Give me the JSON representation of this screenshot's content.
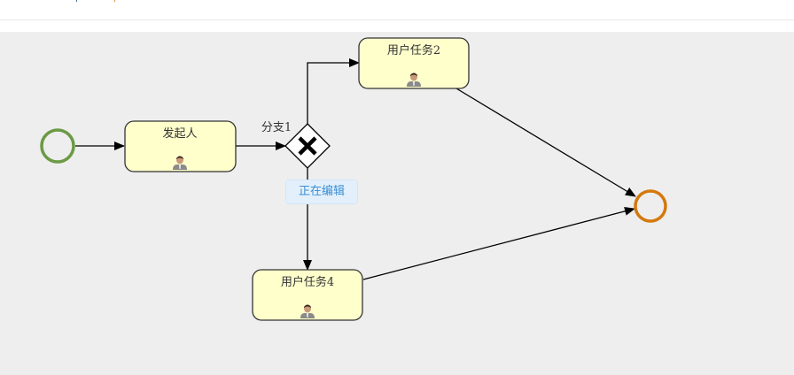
{
  "diagram": {
    "nodes": [
      {
        "id": "start",
        "type": "start-event",
        "color": "#6b9a45"
      },
      {
        "id": "task-initiator",
        "type": "user-task",
        "label": "发起人"
      },
      {
        "id": "gateway-1",
        "type": "exclusive-gateway",
        "label": "分支1"
      },
      {
        "id": "task-user2",
        "type": "user-task",
        "label": "用户任务2"
      },
      {
        "id": "task-user4",
        "type": "user-task",
        "label": "用户任务4"
      },
      {
        "id": "end",
        "type": "end-event",
        "color": "#d4790d"
      }
    ],
    "edges": [
      {
        "from": "start",
        "to": "task-initiator"
      },
      {
        "from": "task-initiator",
        "to": "gateway-1"
      },
      {
        "from": "gateway-1",
        "to": "task-user2"
      },
      {
        "from": "gateway-1",
        "to": "task-user4"
      },
      {
        "from": "task-user2",
        "to": "end"
      },
      {
        "from": "task-user4",
        "to": "end"
      }
    ],
    "edit_badge": "正在编辑",
    "colors": {
      "task_fill": "#ffffcc",
      "task_stroke": "#333333",
      "badge_text": "#3b8ed6",
      "canvas_bg": "#eeeeee"
    }
  }
}
